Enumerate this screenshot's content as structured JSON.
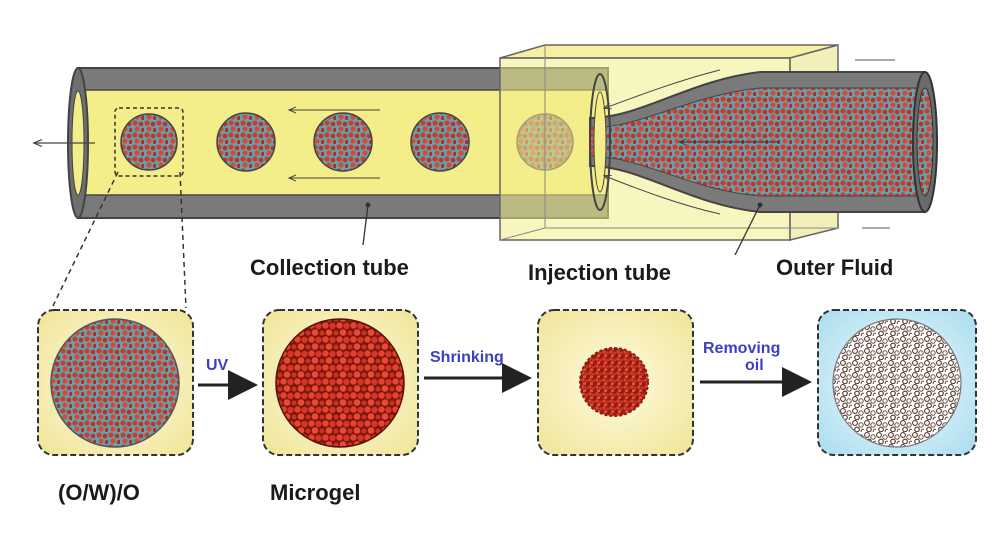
{
  "labels": {
    "collection_tube": "Collection tube",
    "injection_tube": "Injection tube",
    "outer_fluid": "Outer Fluid"
  },
  "steps": [
    {
      "caption": "(O/W)/O"
    },
    {
      "caption": "Microgel"
    },
    {
      "caption": ""
    },
    {
      "caption": ""
    }
  ],
  "arrows": {
    "uv": "UV",
    "shrinking": "Shrinking",
    "removing_1": "Removing",
    "removing_2": "oil"
  },
  "colors": {
    "tube_yellow": "#f3ee8a",
    "tube_gray": "#7a7a7a",
    "droplet_red": "#c8382c",
    "oil_blue": "#53b8c8",
    "panel_yellow": "#f6f0b2",
    "panel_blue": "#bfe6f2",
    "label_blue": "#3b3fc4"
  }
}
